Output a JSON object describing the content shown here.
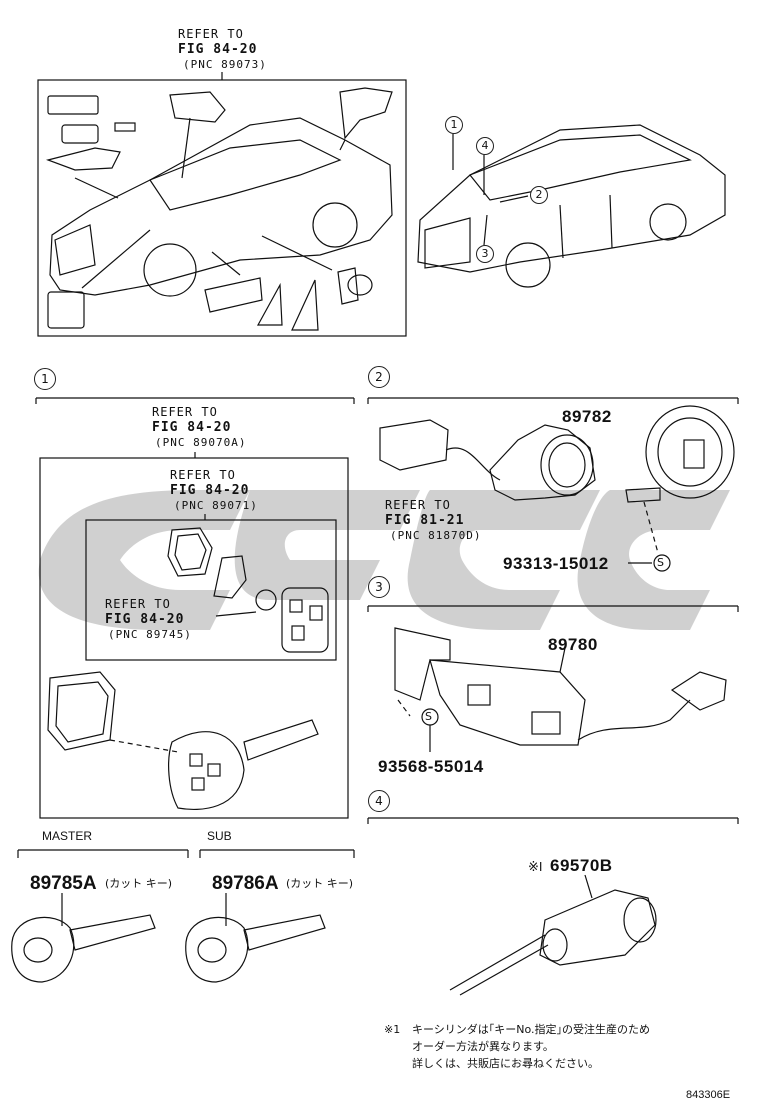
{
  "refs": {
    "top": [
      "REFER TO",
      "FIG 84-20",
      "(PNC 89073)"
    ],
    "s1a": [
      "REFER TO",
      "FIG 84-20",
      "(PNC 89070A)"
    ],
    "s1b": [
      "REFER TO",
      "FIG 84-20",
      "(PNC 89071)"
    ],
    "s1c": [
      "REFER TO",
      "FIG 84-20",
      "(PNC 89745)"
    ],
    "s2": [
      "REFER TO",
      "FIG 81-21",
      "(PNC 81870D)"
    ]
  },
  "callouts": [
    "1",
    "2",
    "3",
    "4"
  ],
  "section_labels": [
    "1",
    "2",
    "3",
    "4"
  ],
  "parts": {
    "p89782": "89782",
    "p93313": "93313-15012",
    "p89780": "89780",
    "p93568": "93568-55014",
    "p69570b": "69570B",
    "p89785a": "89785A",
    "p89786a": "89786A",
    "cut_key": "(カット キー)",
    "s_mark": "S",
    "note_mark": "※I"
  },
  "labels": {
    "master": "MASTER",
    "sub": "SUB"
  },
  "note": {
    "mark": "※1",
    "line1": "キーシリンダは｢キーNo.指定｣の受注生産のため",
    "line2": "オーダー方法が異なります。",
    "line3": "詳しくは、共販店にお尋ねください。"
  },
  "code": "843306E",
  "watermark_color": "#c8c8c8"
}
